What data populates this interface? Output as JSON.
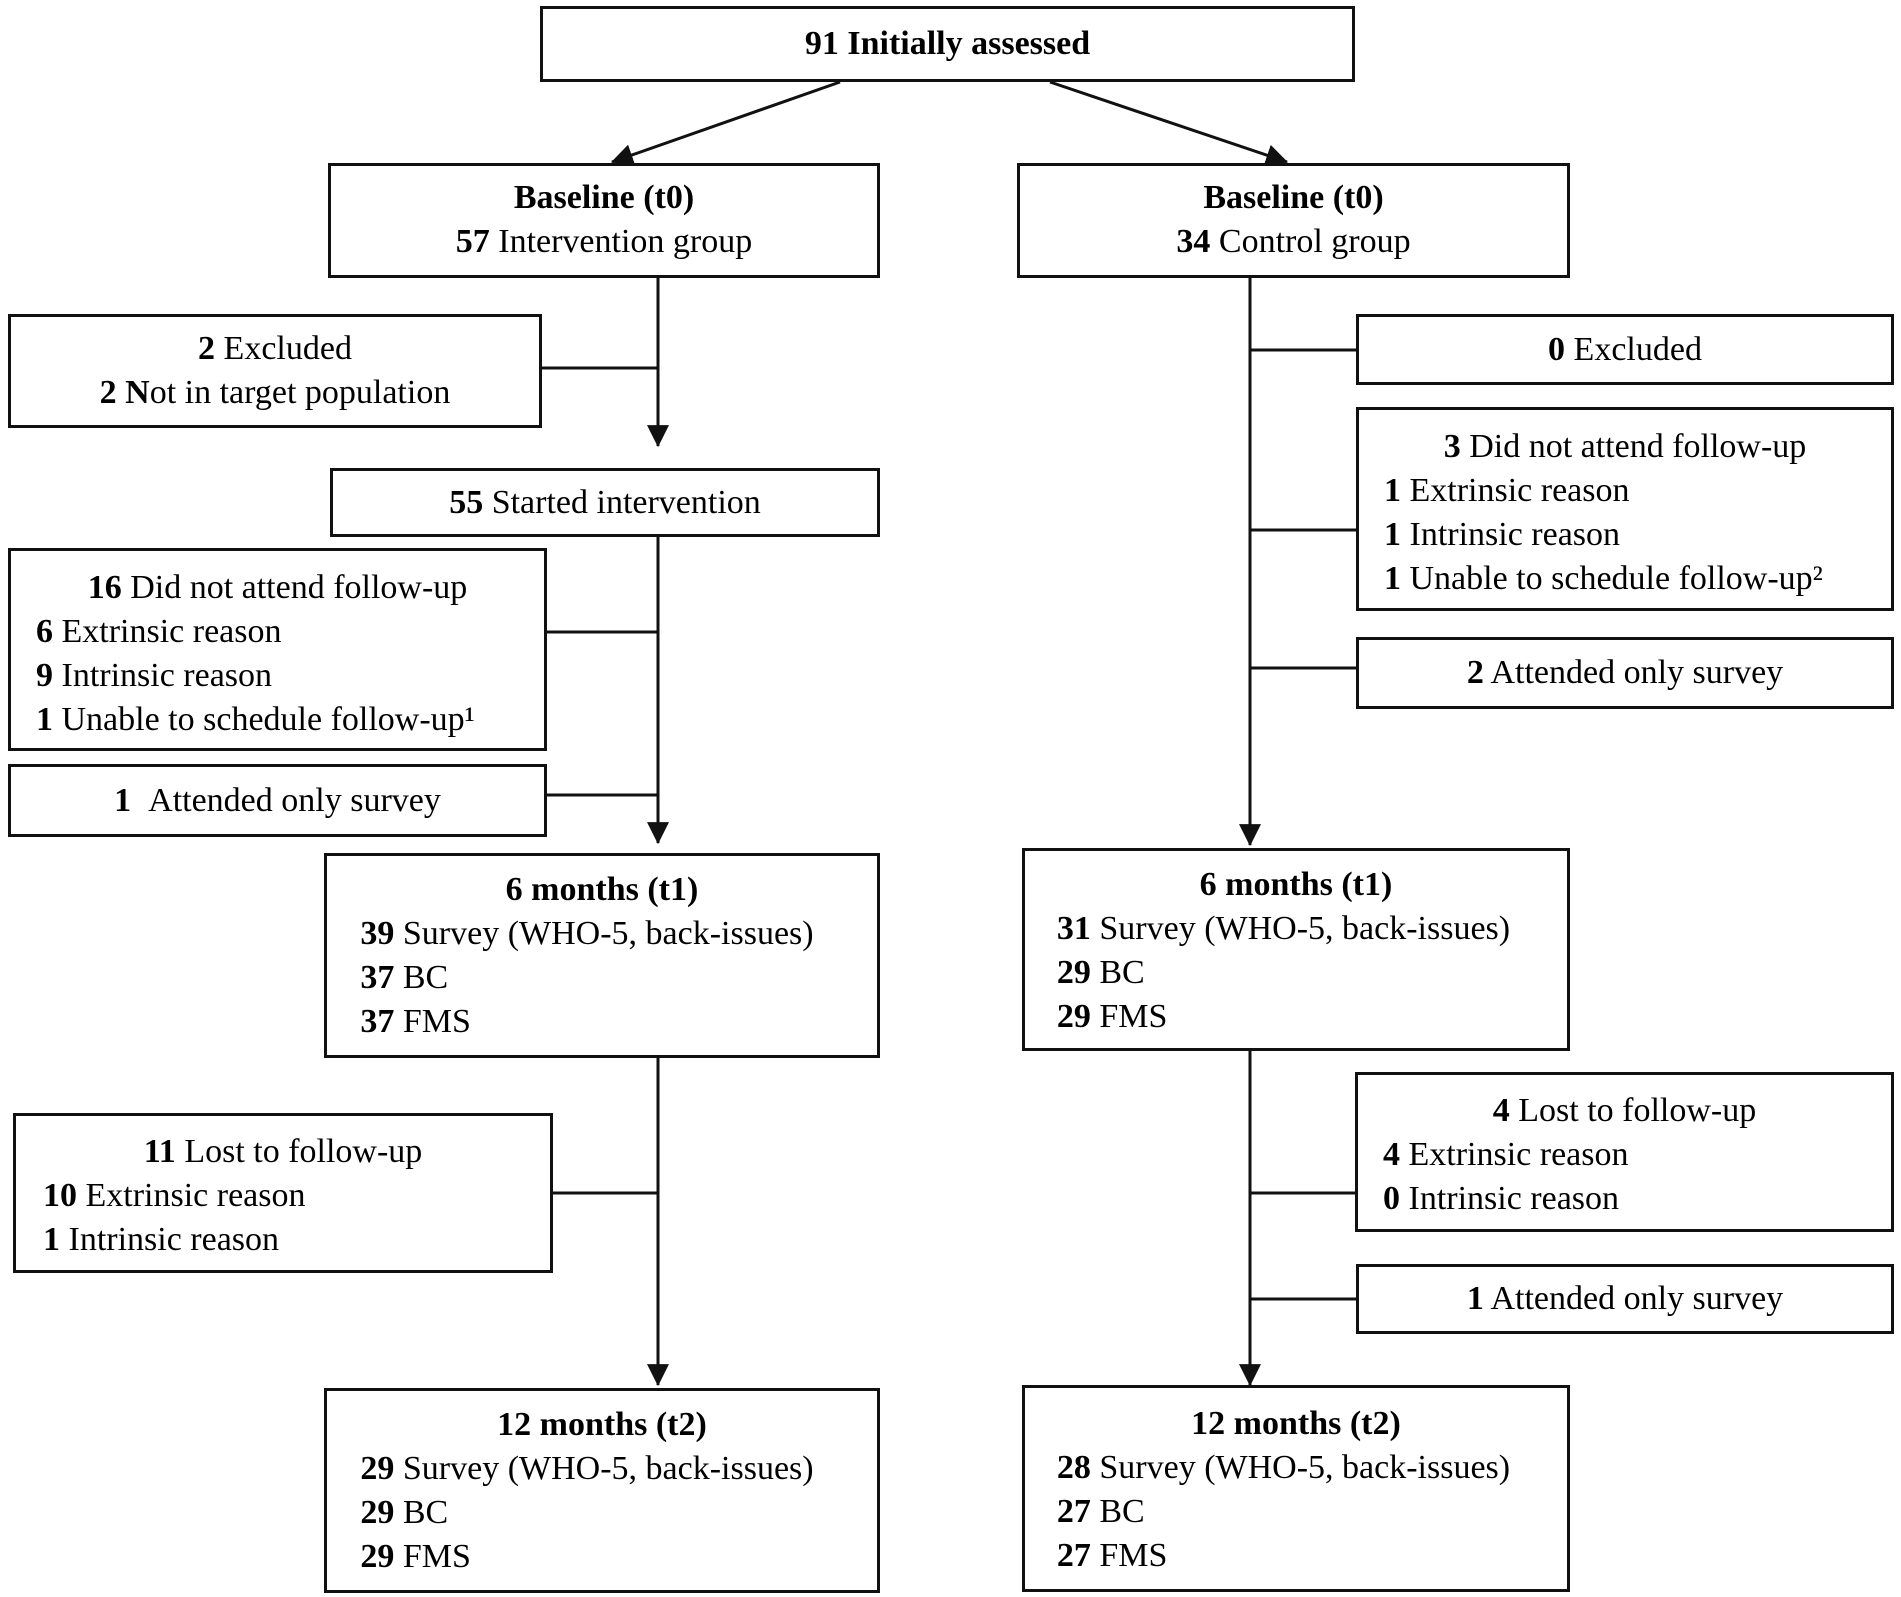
{
  "top": {
    "text": "91 Initially assessed"
  },
  "left": {
    "baseline": {
      "title": "Baseline (t0)",
      "n": "57",
      "label": "Intervention group"
    },
    "excluded": [
      {
        "n": "2",
        "label": "Excluded"
      },
      {
        "n": "2 N",
        "label": "ot in target population"
      }
    ],
    "started": {
      "n": "55",
      "label": "Started intervention"
    },
    "did_not_attend": [
      {
        "n": "16",
        "label": "Did not attend follow-up"
      },
      {
        "n": "6",
        "label": "Extrinsic reason"
      },
      {
        "n": "9",
        "label": "Intrinsic reason"
      },
      {
        "n": "1",
        "label": "Unable to schedule follow-up¹"
      }
    ],
    "attended_survey": {
      "n": "1",
      "label": "Attended only survey"
    },
    "t1": {
      "title": "6 months (t1)",
      "rows": [
        {
          "n": "39",
          "label": "Survey (WHO-5, back-issues)"
        },
        {
          "n": "37",
          "label": "BC"
        },
        {
          "n": "37",
          "label": "FMS"
        }
      ]
    },
    "lost": [
      {
        "n": "11",
        "label": "Lost to follow-up"
      },
      {
        "n": "10",
        "label": "Extrinsic reason"
      },
      {
        "n": "1",
        "label": "Intrinsic reason"
      }
    ],
    "t2": {
      "title": "12 months (t2)",
      "rows": [
        {
          "n": "29",
          "label": "Survey (WHO-5, back-issues)"
        },
        {
          "n": "29",
          "label": "BC"
        },
        {
          "n": "29",
          "label": "FMS"
        }
      ]
    }
  },
  "right": {
    "baseline": {
      "title": "Baseline (t0)",
      "n": "34",
      "label": "Control group"
    },
    "excluded": {
      "n": "0",
      "label": "Excluded"
    },
    "did_not_attend": [
      {
        "n": "3",
        "label": "Did not attend follow-up"
      },
      {
        "n": "1",
        "label": "Extrinsic reason"
      },
      {
        "n": "1",
        "label": "Intrinsic reason"
      },
      {
        "n": "1",
        "label": "Unable to schedule follow-up²"
      }
    ],
    "attended_survey_1": {
      "n": "2",
      "label": "Attended only survey"
    },
    "t1": {
      "title": "6 months (t1)",
      "rows": [
        {
          "n": "31",
          "label": "Survey (WHO-5, back-issues)"
        },
        {
          "n": "29",
          "label": "BC"
        },
        {
          "n": "29",
          "label": "FMS"
        }
      ]
    },
    "lost": [
      {
        "n": "4",
        "label": "Lost to follow-up"
      },
      {
        "n": "4",
        "label": "Extrinsic reason"
      },
      {
        "n": "0",
        "label": "Intrinsic reason"
      }
    ],
    "attended_survey_2": {
      "n": "1",
      "label": "Attended only survey"
    },
    "t2": {
      "title": "12 months (t2)",
      "rows": [
        {
          "n": "28",
          "label": "Survey (WHO-5, back-issues)"
        },
        {
          "n": "27",
          "label": "BC"
        },
        {
          "n": "27",
          "label": "FMS"
        }
      ]
    }
  }
}
